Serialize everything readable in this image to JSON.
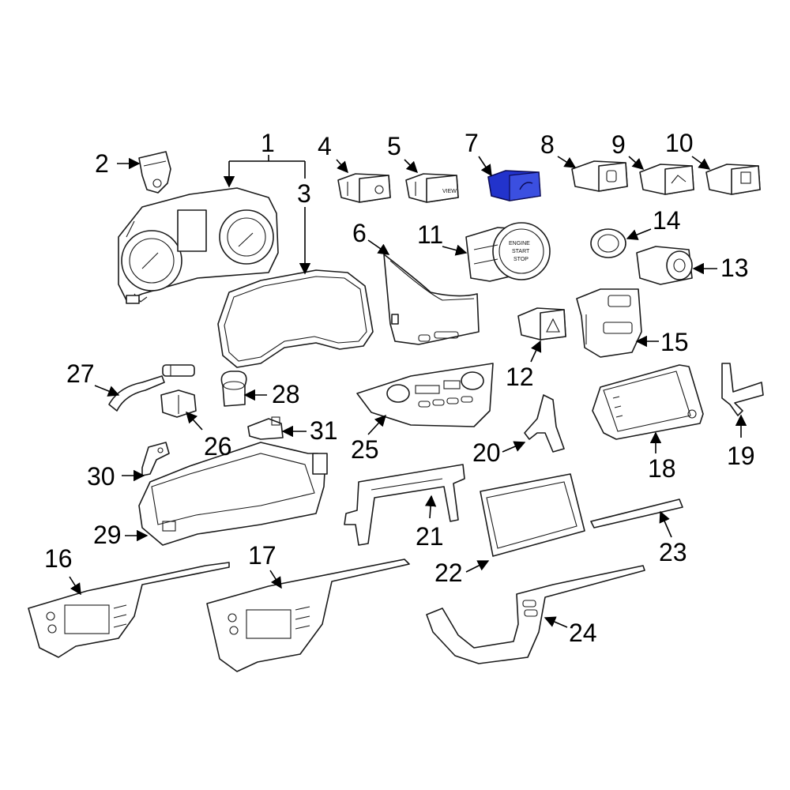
{
  "diagram": {
    "highlight_color": "#2233cc",
    "line_color": "#1a1a1a",
    "button_text": [
      "ENGINE",
      "START",
      "STOP"
    ],
    "callouts": [
      {
        "id": "1",
        "text": "1"
      },
      {
        "id": "2",
        "text": "2"
      },
      {
        "id": "3",
        "text": "3"
      },
      {
        "id": "4",
        "text": "4"
      },
      {
        "id": "5",
        "text": "5"
      },
      {
        "id": "6",
        "text": "6"
      },
      {
        "id": "7",
        "text": "7"
      },
      {
        "id": "8",
        "text": "8"
      },
      {
        "id": "9",
        "text": "9"
      },
      {
        "id": "10",
        "text": "10"
      },
      {
        "id": "11",
        "text": "11"
      },
      {
        "id": "12",
        "text": "12"
      },
      {
        "id": "13",
        "text": "13"
      },
      {
        "id": "14",
        "text": "14"
      },
      {
        "id": "15",
        "text": "15"
      },
      {
        "id": "16",
        "text": "16"
      },
      {
        "id": "17",
        "text": "17"
      },
      {
        "id": "18",
        "text": "18"
      },
      {
        "id": "19",
        "text": "19"
      },
      {
        "id": "20",
        "text": "20"
      },
      {
        "id": "21",
        "text": "21"
      },
      {
        "id": "22",
        "text": "22"
      },
      {
        "id": "23",
        "text": "23"
      },
      {
        "id": "24",
        "text": "24"
      },
      {
        "id": "25",
        "text": "25"
      },
      {
        "id": "26",
        "text": "26"
      },
      {
        "id": "27",
        "text": "27"
      },
      {
        "id": "28",
        "text": "28"
      },
      {
        "id": "29",
        "text": "29"
      },
      {
        "id": "30",
        "text": "30"
      },
      {
        "id": "31",
        "text": "31"
      }
    ]
  }
}
